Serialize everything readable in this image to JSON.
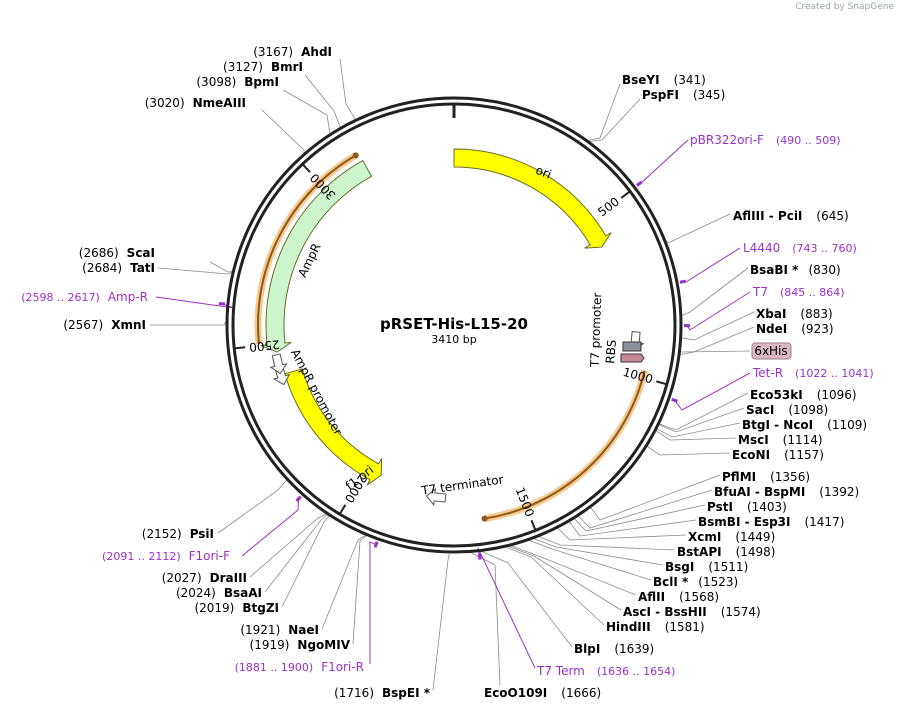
{
  "credit": "Created by SnapGene",
  "plasmid": {
    "name": "pRSET-His-L15-20",
    "size_label": "3410 bp",
    "length": 3410
  },
  "ticks": [
    {
      "pos": 500,
      "label": "500"
    },
    {
      "pos": 1000,
      "label": "1000"
    },
    {
      "pos": 1500,
      "label": "1500"
    },
    {
      "pos": 2000,
      "label": "2000"
    },
    {
      "pos": 2500,
      "label": "2500"
    },
    {
      "pos": 3000,
      "label": "3000"
    }
  ],
  "features": [
    {
      "name": "ori",
      "label": "ori",
      "start": 0,
      "end": 589,
      "dir": 1,
      "color": "#ffff00"
    },
    {
      "name": "f1-ori",
      "label": "f1 ori",
      "start": 1950,
      "end": 2405,
      "dir": -1,
      "color": "#ffff00"
    },
    {
      "name": "ampr",
      "label": "AmpR",
      "start": 2475,
      "end": 3135,
      "dir": -1,
      "color": "#ccf5cc"
    }
  ],
  "promoters": [
    {
      "name": "ampr-promoter",
      "label": "AmpR promoter",
      "pos": 2405
    },
    {
      "name": "t7-promoter",
      "label": "T7 promoter",
      "pos": 900
    },
    {
      "name": "t7-terminator",
      "label": "T7 terminator",
      "pos": 1760
    }
  ],
  "small_labels": [
    {
      "name": "rbs",
      "label": "RBS"
    }
  ],
  "selection_arcs": [
    {
      "start": 980,
      "end": 1620,
      "dir": 1
    },
    {
      "start": 2505,
      "end": 3125,
      "dir": 1
    }
  ],
  "tag": {
    "label": "6xHis",
    "color": "#dbb6c4"
  },
  "sites_right": [
    {
      "name": "BseYI",
      "pos": "(341)"
    },
    {
      "name": "PspFI",
      "pos": "(345)"
    },
    {
      "name": "AflIII - PciI",
      "pos": "(645)"
    },
    {
      "name": "BsaBI *",
      "pos": "(830)"
    },
    {
      "name": "XbaI",
      "pos": "(883)"
    },
    {
      "name": "NdeI",
      "pos": "(923)"
    },
    {
      "name": "Eco53kI",
      "pos": "(1096)"
    },
    {
      "name": "SacI",
      "pos": "(1098)"
    },
    {
      "name": "BtgI - NcoI",
      "pos": "(1109)"
    },
    {
      "name": "MscI",
      "pos": "(1114)"
    },
    {
      "name": "EcoNI",
      "pos": "(1157)"
    },
    {
      "name": "PflMI",
      "pos": "(1356)"
    },
    {
      "name": "BfuAI - BspMI",
      "pos": "(1392)"
    },
    {
      "name": "PstI",
      "pos": "(1403)"
    },
    {
      "name": "BsmBI - Esp3I",
      "pos": "(1417)"
    },
    {
      "name": "XcmI",
      "pos": "(1449)"
    },
    {
      "name": "BstAPI",
      "pos": "(1498)"
    },
    {
      "name": "BsgI",
      "pos": "(1511)"
    },
    {
      "name": "BclI *",
      "pos": "(1523)"
    },
    {
      "name": "AflII",
      "pos": "(1568)"
    },
    {
      "name": "AscI - BssHII",
      "pos": "(1574)"
    },
    {
      "name": "HindIII",
      "pos": "(1581)"
    },
    {
      "name": "BlpI",
      "pos": "(1639)"
    },
    {
      "name": "EcoO109I",
      "pos": "(1666)"
    }
  ],
  "sites_left": [
    {
      "name": "AhdI",
      "pos": "(3167)"
    },
    {
      "name": "BmrI",
      "pos": "(3127)"
    },
    {
      "name": "BpmI",
      "pos": "(3098)"
    },
    {
      "name": "NmeAIII",
      "pos": "(3020)"
    },
    {
      "name": "ScaI",
      "pos": "(2686)"
    },
    {
      "name": "TatI",
      "pos": "(2684)"
    },
    {
      "name": "XmnI",
      "pos": "(2567)"
    },
    {
      "name": "PsiI",
      "pos": "(2152)"
    },
    {
      "name": "DraIII",
      "pos": "(2027)"
    },
    {
      "name": "BsaAI",
      "pos": "(2024)"
    },
    {
      "name": "BtgZI",
      "pos": "(2019)"
    },
    {
      "name": "NaeI",
      "pos": "(1921)"
    },
    {
      "name": "NgoMIV",
      "pos": "(1919)"
    },
    {
      "name": "BspEI *",
      "pos": "(1716)"
    }
  ],
  "primers": [
    {
      "name": "pBR322ori-F",
      "range": "(490 .. 509)"
    },
    {
      "name": "L4440",
      "range": "(743 .. 760)"
    },
    {
      "name": "T7",
      "range": "(845 .. 864)"
    },
    {
      "name": "Tet-R",
      "range": "(1022 .. 1041)"
    },
    {
      "name": "T7 Term",
      "range": "(1636 .. 1654)"
    },
    {
      "name": "F1ori-R",
      "range": "(1881 .. 1900)"
    },
    {
      "name": "F1ori-F",
      "range": "(2091 .. 2112)"
    },
    {
      "name": "Amp-R",
      "range": "(2598 .. 2617)"
    }
  ]
}
